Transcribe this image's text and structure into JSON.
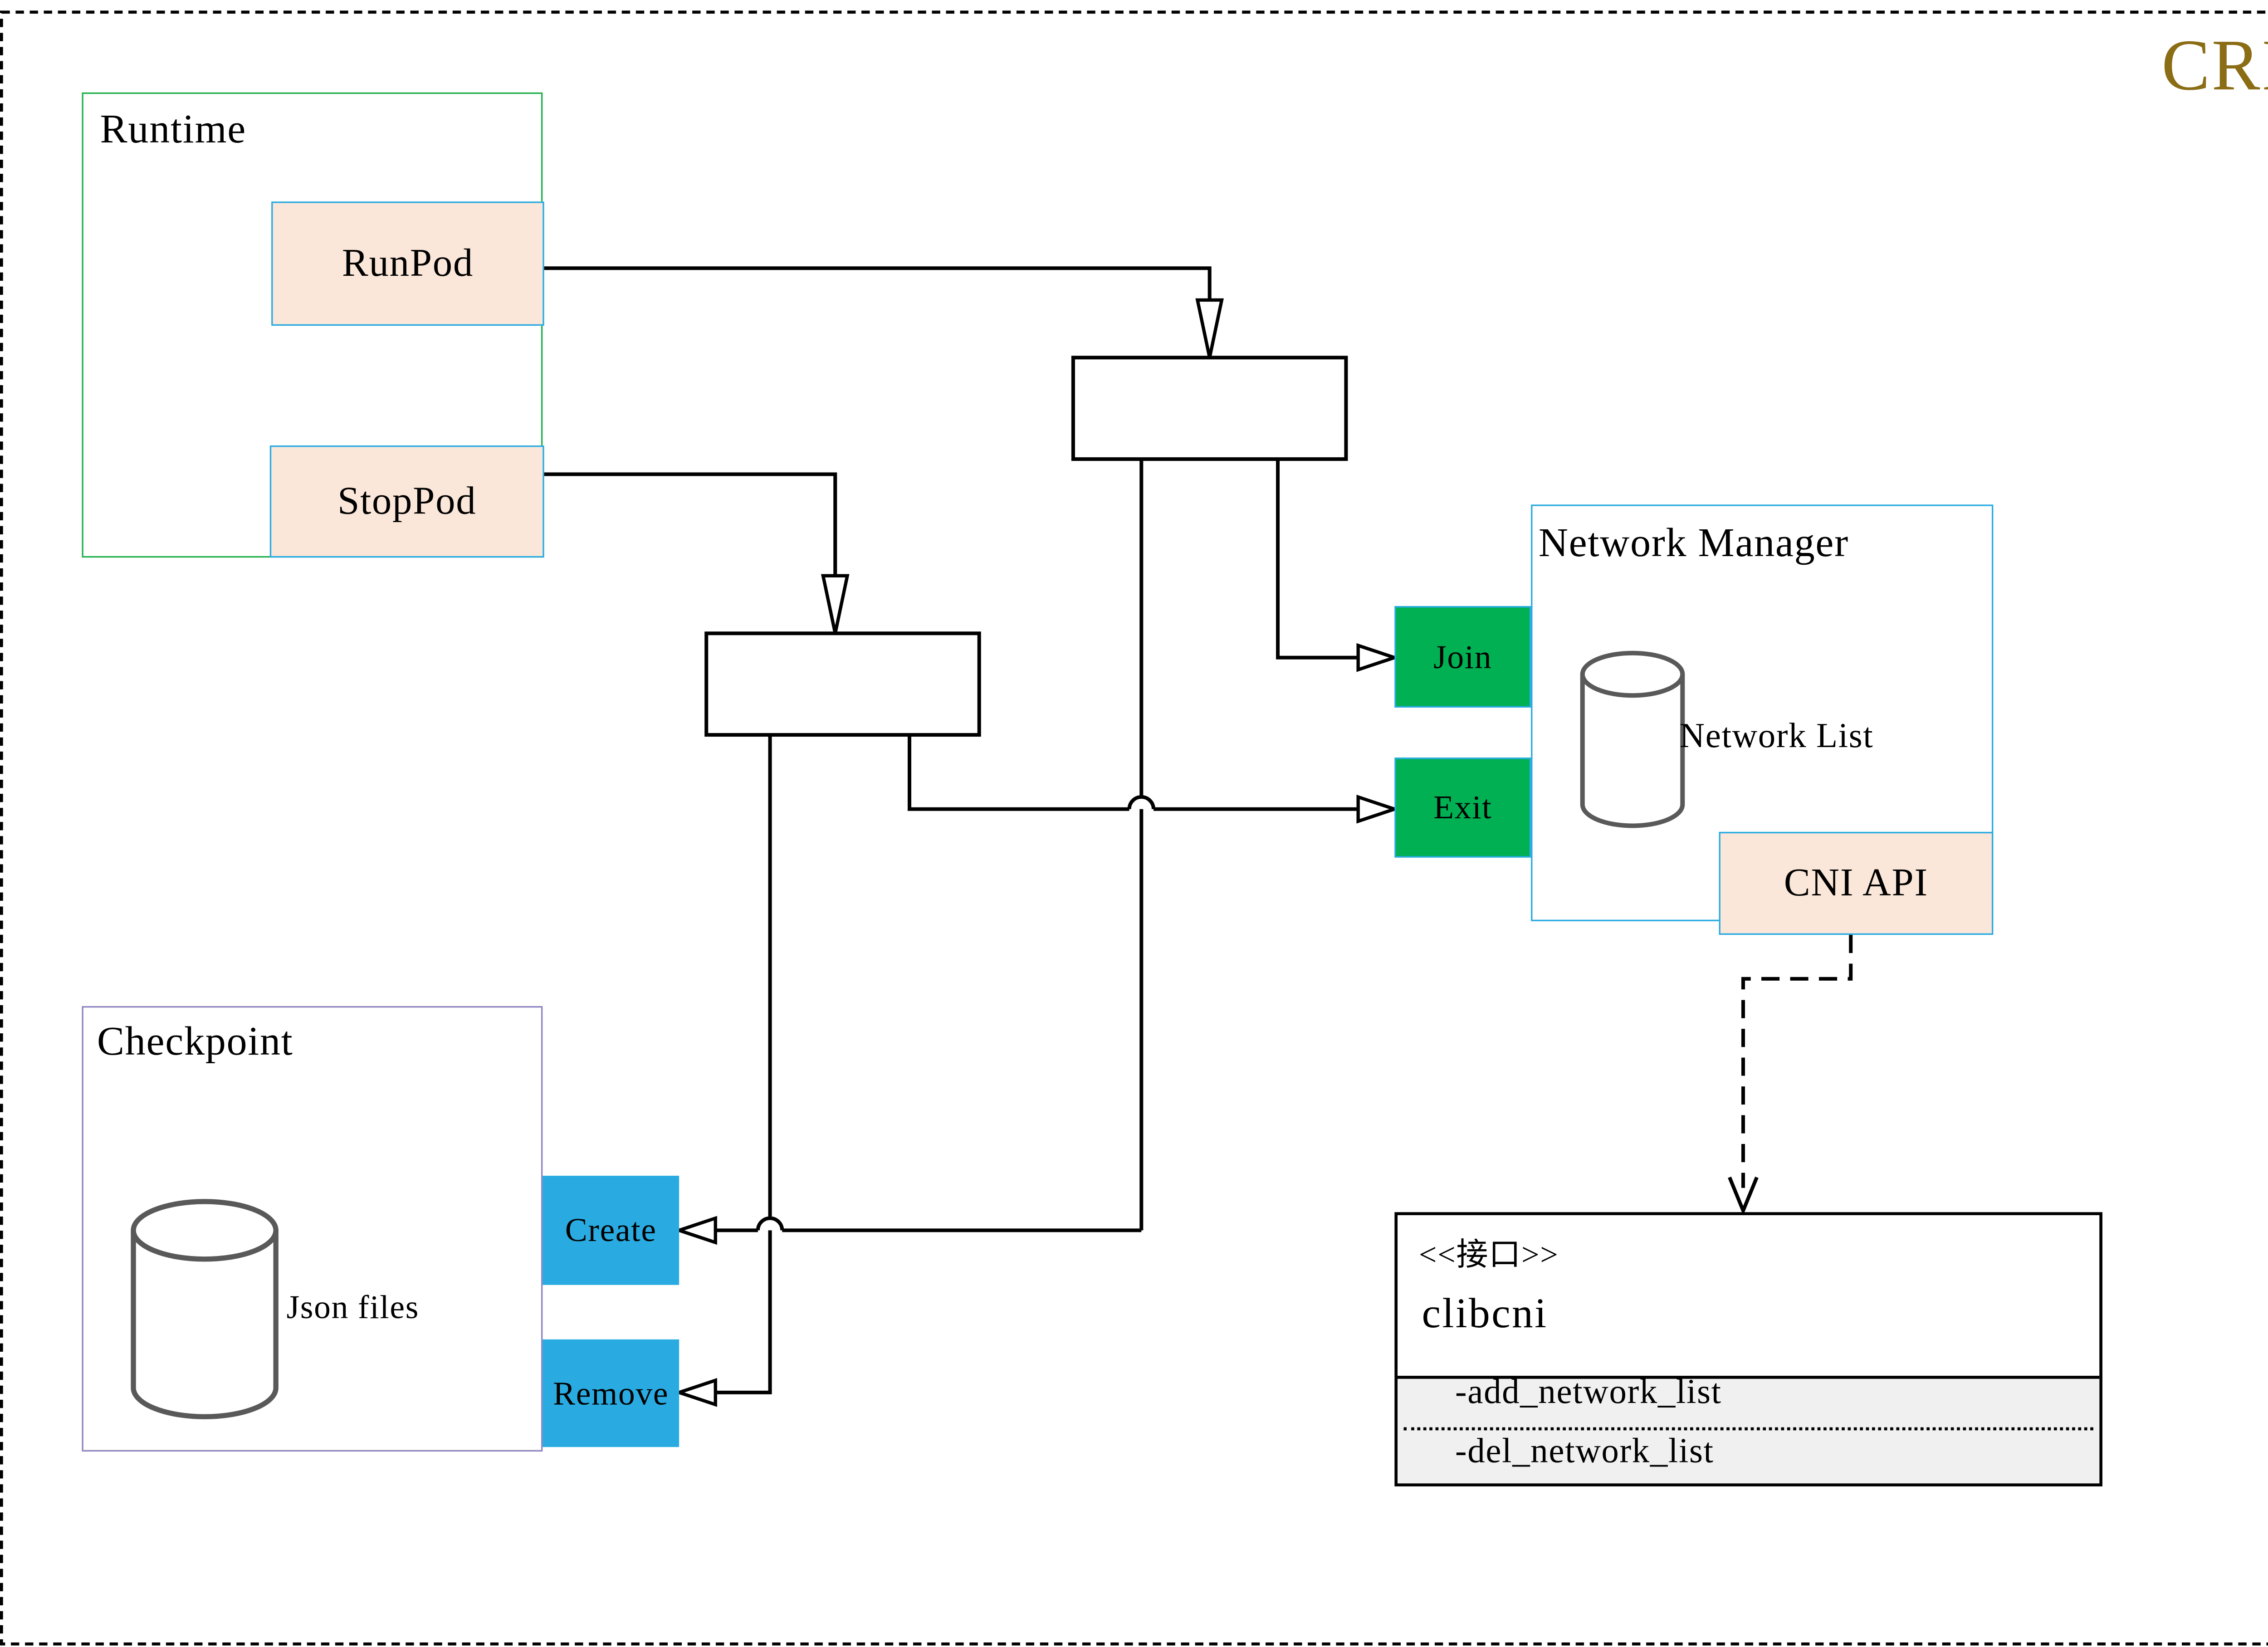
{
  "badge": {
    "label": "CRI"
  },
  "runtime": {
    "title": "Runtime",
    "run_label": "RunPod",
    "stop_label": "StopPod"
  },
  "network_manager": {
    "title": "Network Manager",
    "list_label": "Network List",
    "join_label": "Join",
    "exit_label": "Exit",
    "api_label": "CNI API"
  },
  "checkpoint": {
    "title": "Checkpoint",
    "store_label": "Json files",
    "create_label": "Create",
    "remove_label": "Remove"
  },
  "interface_class": {
    "stereotype": "<<接口>>",
    "name": "clibcni",
    "methods": [
      {
        "name": "-add_network_list"
      },
      {
        "name": "-del_network_list"
      }
    ]
  },
  "icons": {
    "network_store": "database-cylinder-icon",
    "checkpoint_store": "database-cylinder-icon"
  },
  "colors": {
    "accent_gold": "#8a6d14",
    "runtime_border_green": "#22b14c",
    "node_blue": "#29abe2",
    "peach_fill": "#fbe7d9",
    "green_fill": "#00b052",
    "lavender_border": "#9185c2",
    "interface_section_fill": "#f0f0f0",
    "cylinder_stroke": "#595959",
    "line_black": "#000000"
  }
}
